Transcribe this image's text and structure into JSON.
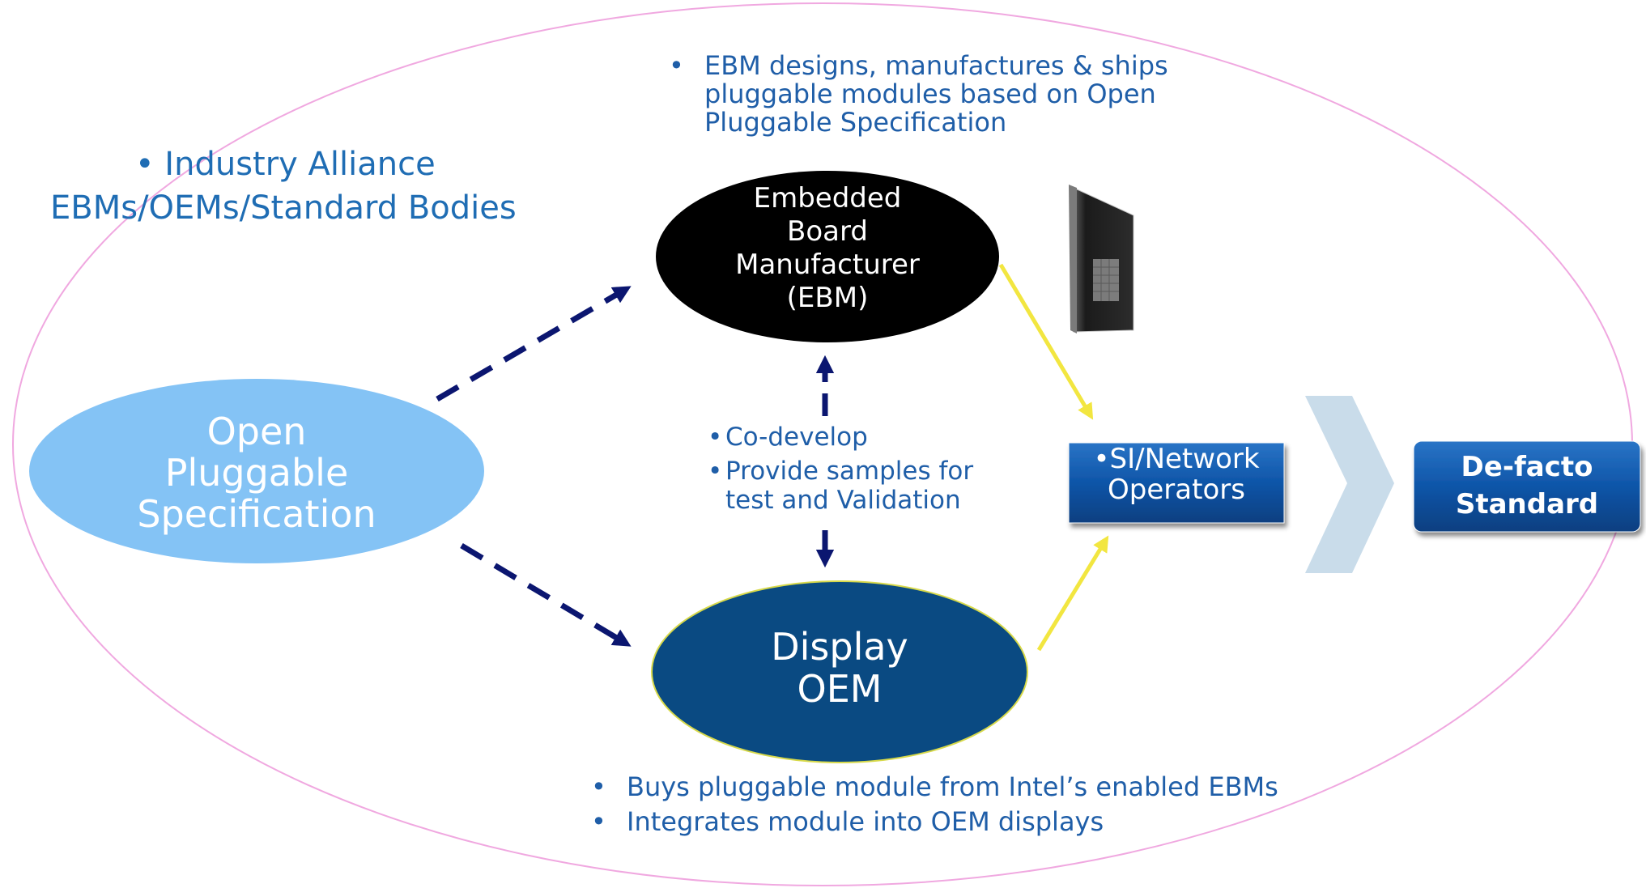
{
  "alliance": {
    "line1": "• Industry Alliance",
    "line2": "EBMs/OEMs/Standard Bodies"
  },
  "ebm_notes": {
    "bullet": "•",
    "line1": "EBM designs, manufactures & ships",
    "line2": "pluggable modules based on Open",
    "line3": "Pluggable Specification"
  },
  "spec_node": {
    "line1": "Open",
    "line2": "Pluggable",
    "line3": "Specification"
  },
  "ebm_node": {
    "line1": "Embedded",
    "line2": "Board",
    "line3": "Manufacturer",
    "line4": "(EBM)"
  },
  "oem_node": {
    "line1": "Display",
    "line2": "OEM"
  },
  "codev_notes": {
    "bullet": "•",
    "item1": "Co-develop",
    "item2_line1": "Provide samples for",
    "item2_line2": "test and Validation"
  },
  "ops_box": {
    "line1": "•SI/Network",
    "line2": "Operators"
  },
  "standard_box": {
    "line1": "De-facto",
    "line2": "Standard"
  },
  "oem_notes": {
    "bullet": "•",
    "item1": "Buys pluggable module from Intel’s enabled EBMs",
    "item2": "Integrates module into OEM displays"
  },
  "colors": {
    "outer_ellipse": "#f0a8e0",
    "spec_fill": "#84c3f5",
    "ebm_fill": "#000000",
    "oem_fill": "#0a4a82",
    "box_fill": "#0e55a8",
    "dashed_arrow": "#0b1670",
    "yellow_arrow": "#f2e640",
    "chevron": "#c9dcea",
    "text_blue": "#1f5ea8"
  },
  "icons": {
    "module_image": "pluggable-module-image",
    "chevron": "chevron-right-icon"
  }
}
